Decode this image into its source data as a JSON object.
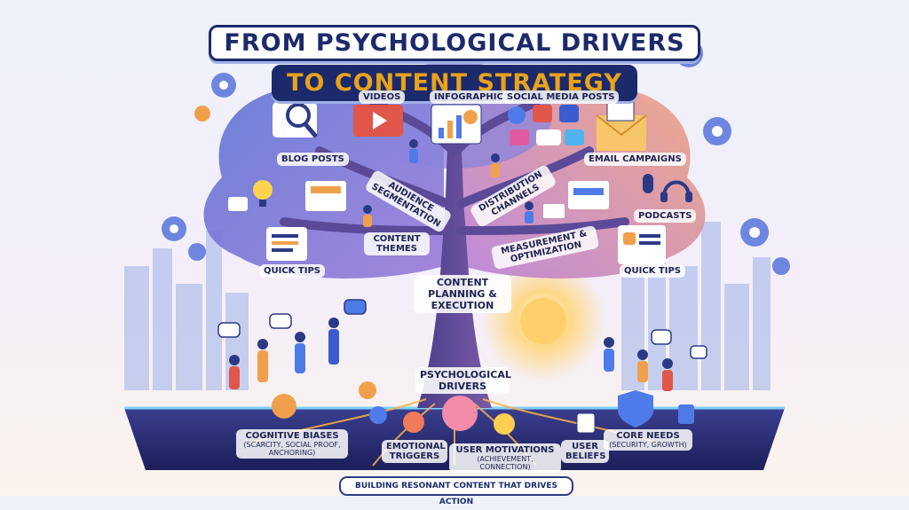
{
  "title": {
    "line1": "FROM PSYCHOLOGICAL DRIVERS",
    "line2": "TO CONTENT STRATEGY"
  },
  "content_formats": {
    "videos": "VIDEOS",
    "infographics": "INFOGRAPHICS",
    "social_media_posts": "SOCIAL MEDIA POSTS",
    "blog_posts": "BLOG POSTS",
    "email_campaigns": "EMAIL CAMPAIGNS",
    "podcasts": "PODCASTS",
    "quick_tips_left": "QUICK TIPS",
    "quick_tips_right": "QUICK TIPS"
  },
  "branches": {
    "audience_segmentation": "AUDIENCE SEGMENTATION",
    "distribution_channels": "DISTRIBUTION CHANNELS",
    "content_themes": "CONTENT THEMES",
    "measurement_optimization": "MEASUREMENT & OPTIMIZATION",
    "trunk": "CONTENT PLANNING & EXECUTION"
  },
  "roots": {
    "heading": "PSYCHOLOGICAL DRIVERS",
    "cognitive_biases": "COGNITIVE BIASES",
    "cognitive_biases_sub": "(SCARCITY, SOCIAL PROOF, ANCHORING)",
    "emotional_triggers": "EMOTIONAL TRIGGERS",
    "user_motivations": "USER MOTIVATIONS",
    "user_motivations_sub": "(ACHIEVEMENT, CONNECTION)",
    "user_beliefs": "USER BELIEFS",
    "core_needs": "CORE NEEDS",
    "core_needs_sub": "(SECURITY, GROWTH)"
  },
  "footer": "BUILDING RESONANT CONTENT THAT DRIVES ACTION",
  "colors": {
    "navy": "#1c2a6b",
    "gold": "#e9a21a",
    "canopy_blue": "#7d8fe0",
    "canopy_purple": "#a77bd4",
    "canopy_pink": "#f2a07a",
    "root_glow": "#ffb347"
  },
  "icons": [
    "gear-icon",
    "magnifier-icon",
    "video-icon",
    "chart-icon",
    "like-icon",
    "heart-icon",
    "envelope-icon",
    "microphone-icon",
    "headphones-icon",
    "lightbulb-icon",
    "brain-icon",
    "speech-bubble-icon",
    "sun-icon",
    "shield-icon",
    "emoji-icon"
  ]
}
